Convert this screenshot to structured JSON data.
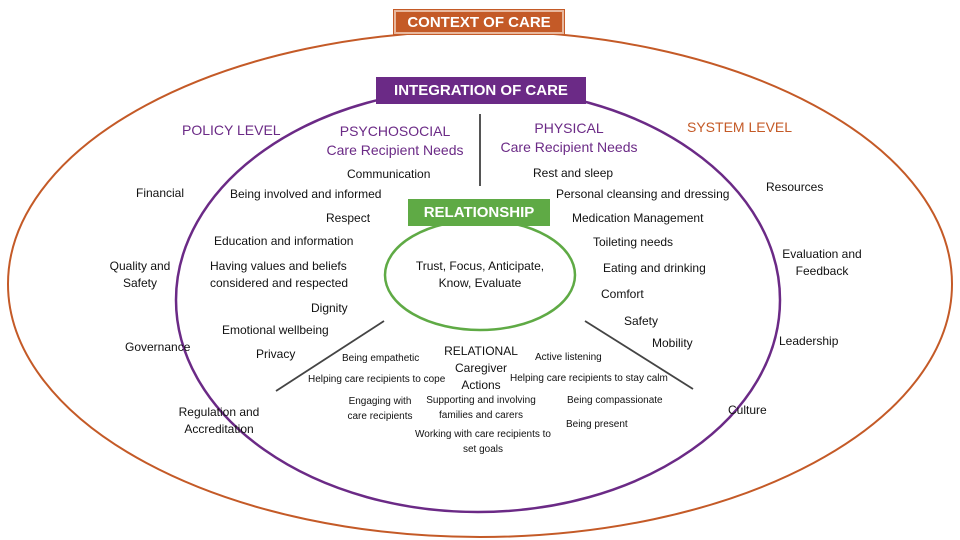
{
  "context_box": "CONTEXT OF CARE",
  "integration_box": "INTEGRATION OF CARE",
  "relationship_box": "RELATIONSHIP",
  "relationship_values": "Trust, Focus, Anticipate, Know, Evaluate",
  "policy_level": {
    "heading": "POLICY LEVEL",
    "items": [
      "Financial",
      "Quality and Safety",
      "Governance",
      "Regulation and Accreditation"
    ]
  },
  "system_level": {
    "heading": "SYSTEM LEVEL",
    "items": [
      "Resources",
      "Evaluation and Feedback",
      "Leadership",
      "Culture"
    ]
  },
  "psychosocial": {
    "heading_line1": "PSYCHOSOCIAL",
    "heading_line2": "Care Recipient Needs",
    "items": [
      "Communication",
      "Being involved and informed",
      "Respect",
      "Education and information",
      "Having values and beliefs considered and respected",
      "Dignity",
      "Emotional wellbeing",
      "Privacy"
    ]
  },
  "physical": {
    "heading_line1": "PHYSICAL",
    "heading_line2": "Care Recipient Needs",
    "items": [
      "Rest and sleep",
      "Personal cleansing and dressing",
      "Medication Management",
      "Toileting needs",
      "Eating and drinking",
      "Comfort",
      "Safety",
      "Mobility"
    ]
  },
  "relational": {
    "heading_line1": "RELATIONAL",
    "heading_line2": "Caregiver",
    "heading_line3": "Actions",
    "items": [
      "Being empathetic",
      "Helping care recipients to cope",
      "Engaging with care recipients",
      "Supporting and involving families and carers",
      "Working with care recipients to set goals",
      "Active listening",
      "Helping care recipients to stay calm",
      "Being compassionate",
      "Being present"
    ]
  },
  "colors": {
    "context": "#c45a27",
    "integration": "#6b2a86",
    "relationship": "#5faa45"
  }
}
